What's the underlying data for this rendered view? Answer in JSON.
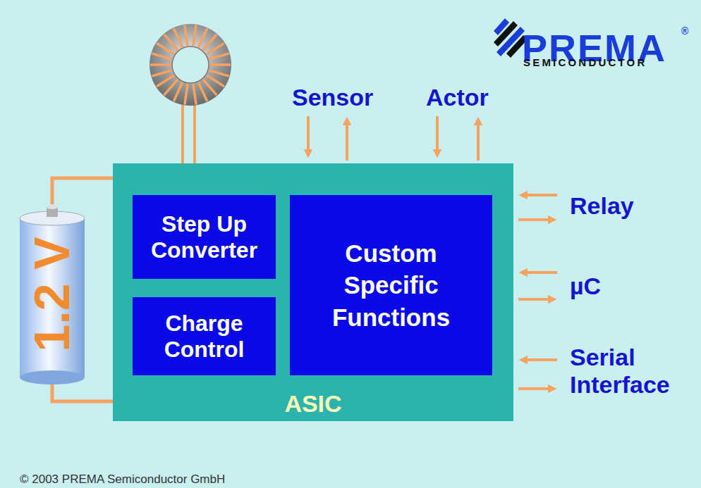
{
  "diagram": {
    "nodes": [
      {
        "text": [
          "ASIC"
        ]
      },
      {
        "text": [
          "Step Up Converter"
        ],
        "in": 0
      },
      {
        "text": [
          "Charge Control"
        ],
        "in": 0
      },
      {
        "text": [
          "Custom Specific Functions"
        ],
        "in": 0
      },
      {
        "text": [
          "1.2 V"
        ]
      }
    ],
    "edges": [
      {
        "from": 4,
        "to": 0,
        "arrow": "none"
      },
      {
        "from": 4,
        "to": 0,
        "arrow": "none"
      }
    ],
    "labels": [
      "Sensor",
      "Actor",
      "Relay",
      "µC",
      "Serial Interface",
      "PREMA",
      "®",
      "SEMICONDUCTOR",
      "© 2003 PREMA Semiconductor GmbH"
    ]
  }
}
